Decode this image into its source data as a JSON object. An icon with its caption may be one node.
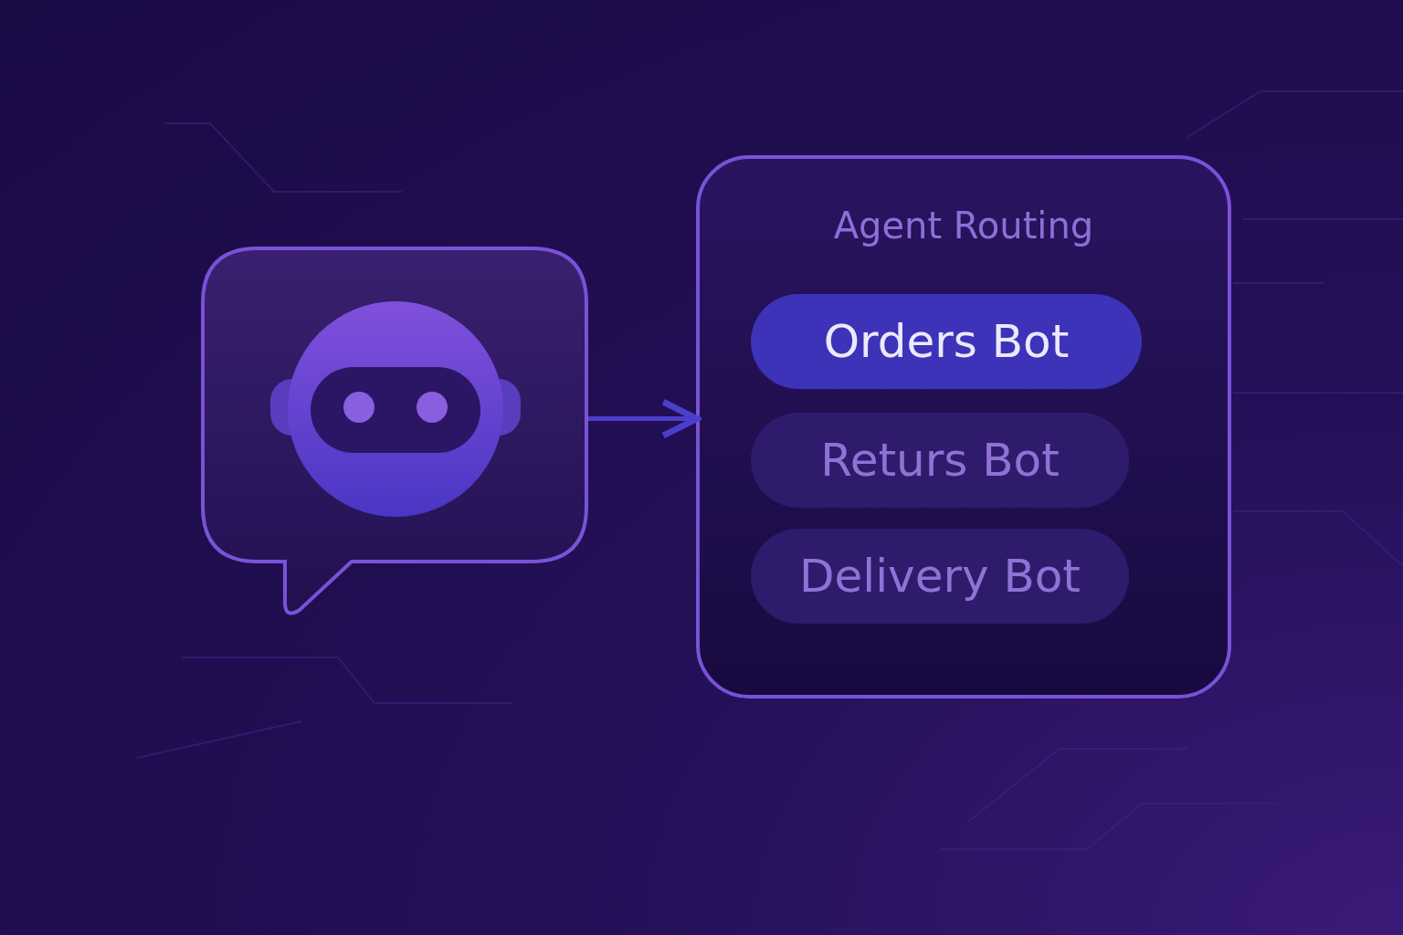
{
  "diagram": {
    "nodes": [
      {
        "text": [],
        "shape": "picture"
      },
      {
        "text": [
          "Agent Routing"
        ]
      },
      {
        "text": [
          "Orders Bot"
        ],
        "in": 1
      },
      {
        "text": [
          "Returs Bot"
        ],
        "in": 1
      },
      {
        "text": [
          "Delivery Bot"
        ],
        "in": 1
      }
    ],
    "edges": [
      {
        "from": 0,
        "to": 1,
        "arrow": "to"
      }
    ]
  }
}
